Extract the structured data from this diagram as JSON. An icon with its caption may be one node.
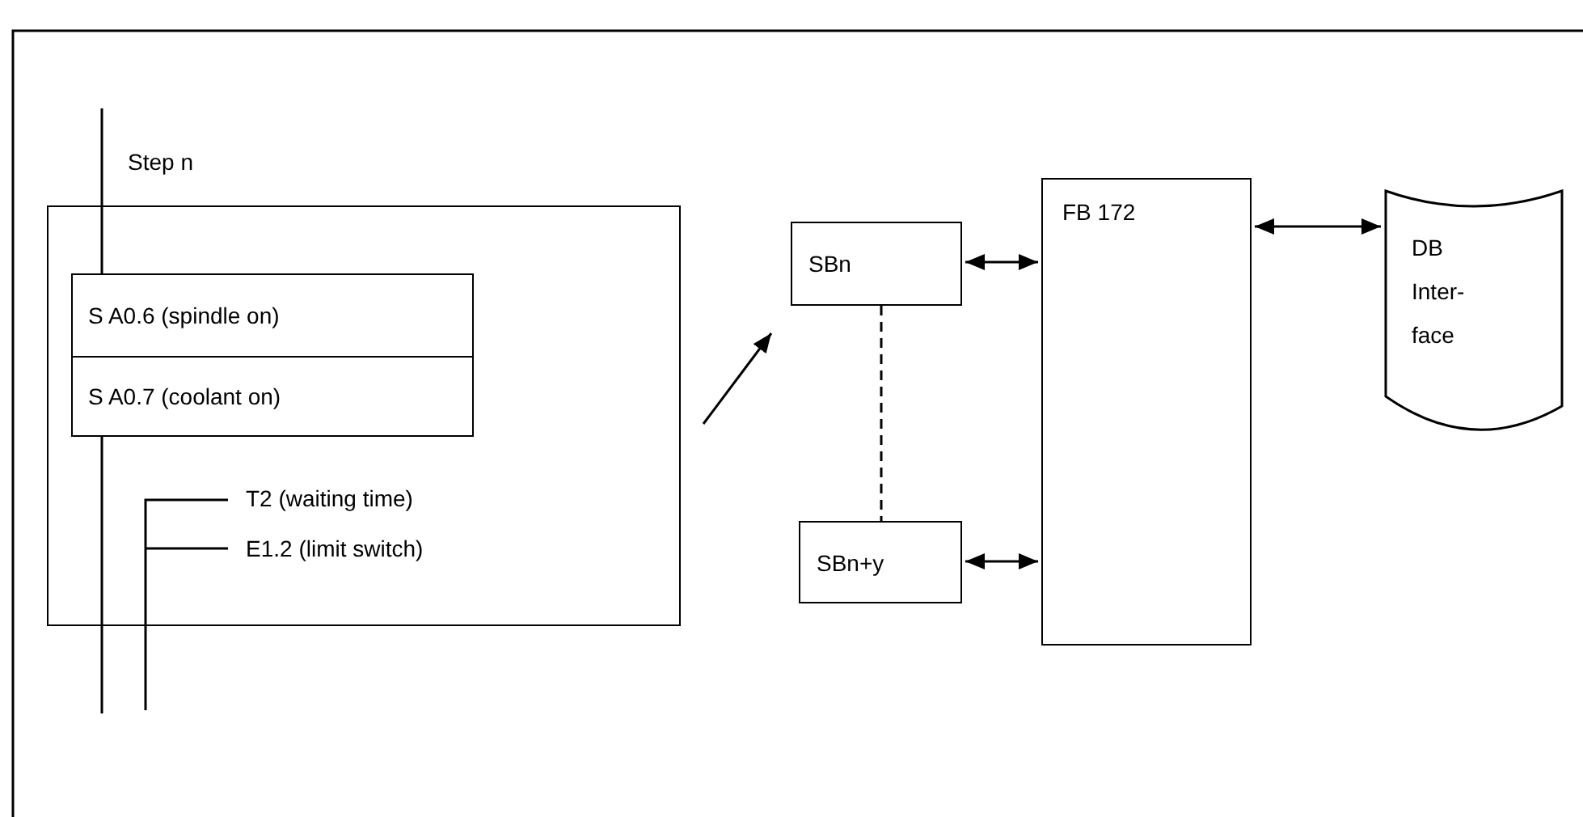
{
  "diagram": {
    "nodes": [
      {
        "text": [
          "Step n"
        ]
      },
      {
        "text": [
          "S A0.6 (spindle on)"
        ],
        "in": 0
      },
      {
        "text": [
          "S A0.7 (coolant on)"
        ],
        "in": 0
      },
      {
        "text": [
          "SBn"
        ]
      },
      {
        "text": [
          "SBn+y"
        ]
      },
      {
        "text": [
          "FB 172"
        ]
      },
      {
        "text": [
          "DB Inter- face"
        ]
      }
    ],
    "edges": [
      {
        "from": null,
        "to": 3,
        "arrow": "to"
      },
      {
        "from": 3,
        "to": 4,
        "arrow": "none",
        "style": "dashed"
      },
      {
        "from": 3,
        "to": 5,
        "arrow": "both"
      },
      {
        "from": 4,
        "to": 5,
        "arrow": "both"
      },
      {
        "from": 5,
        "to": 6,
        "arrow": "both"
      }
    ],
    "labels": [
      "T2 (waiting time)",
      "E1.2 (limit switch)"
    ]
  }
}
